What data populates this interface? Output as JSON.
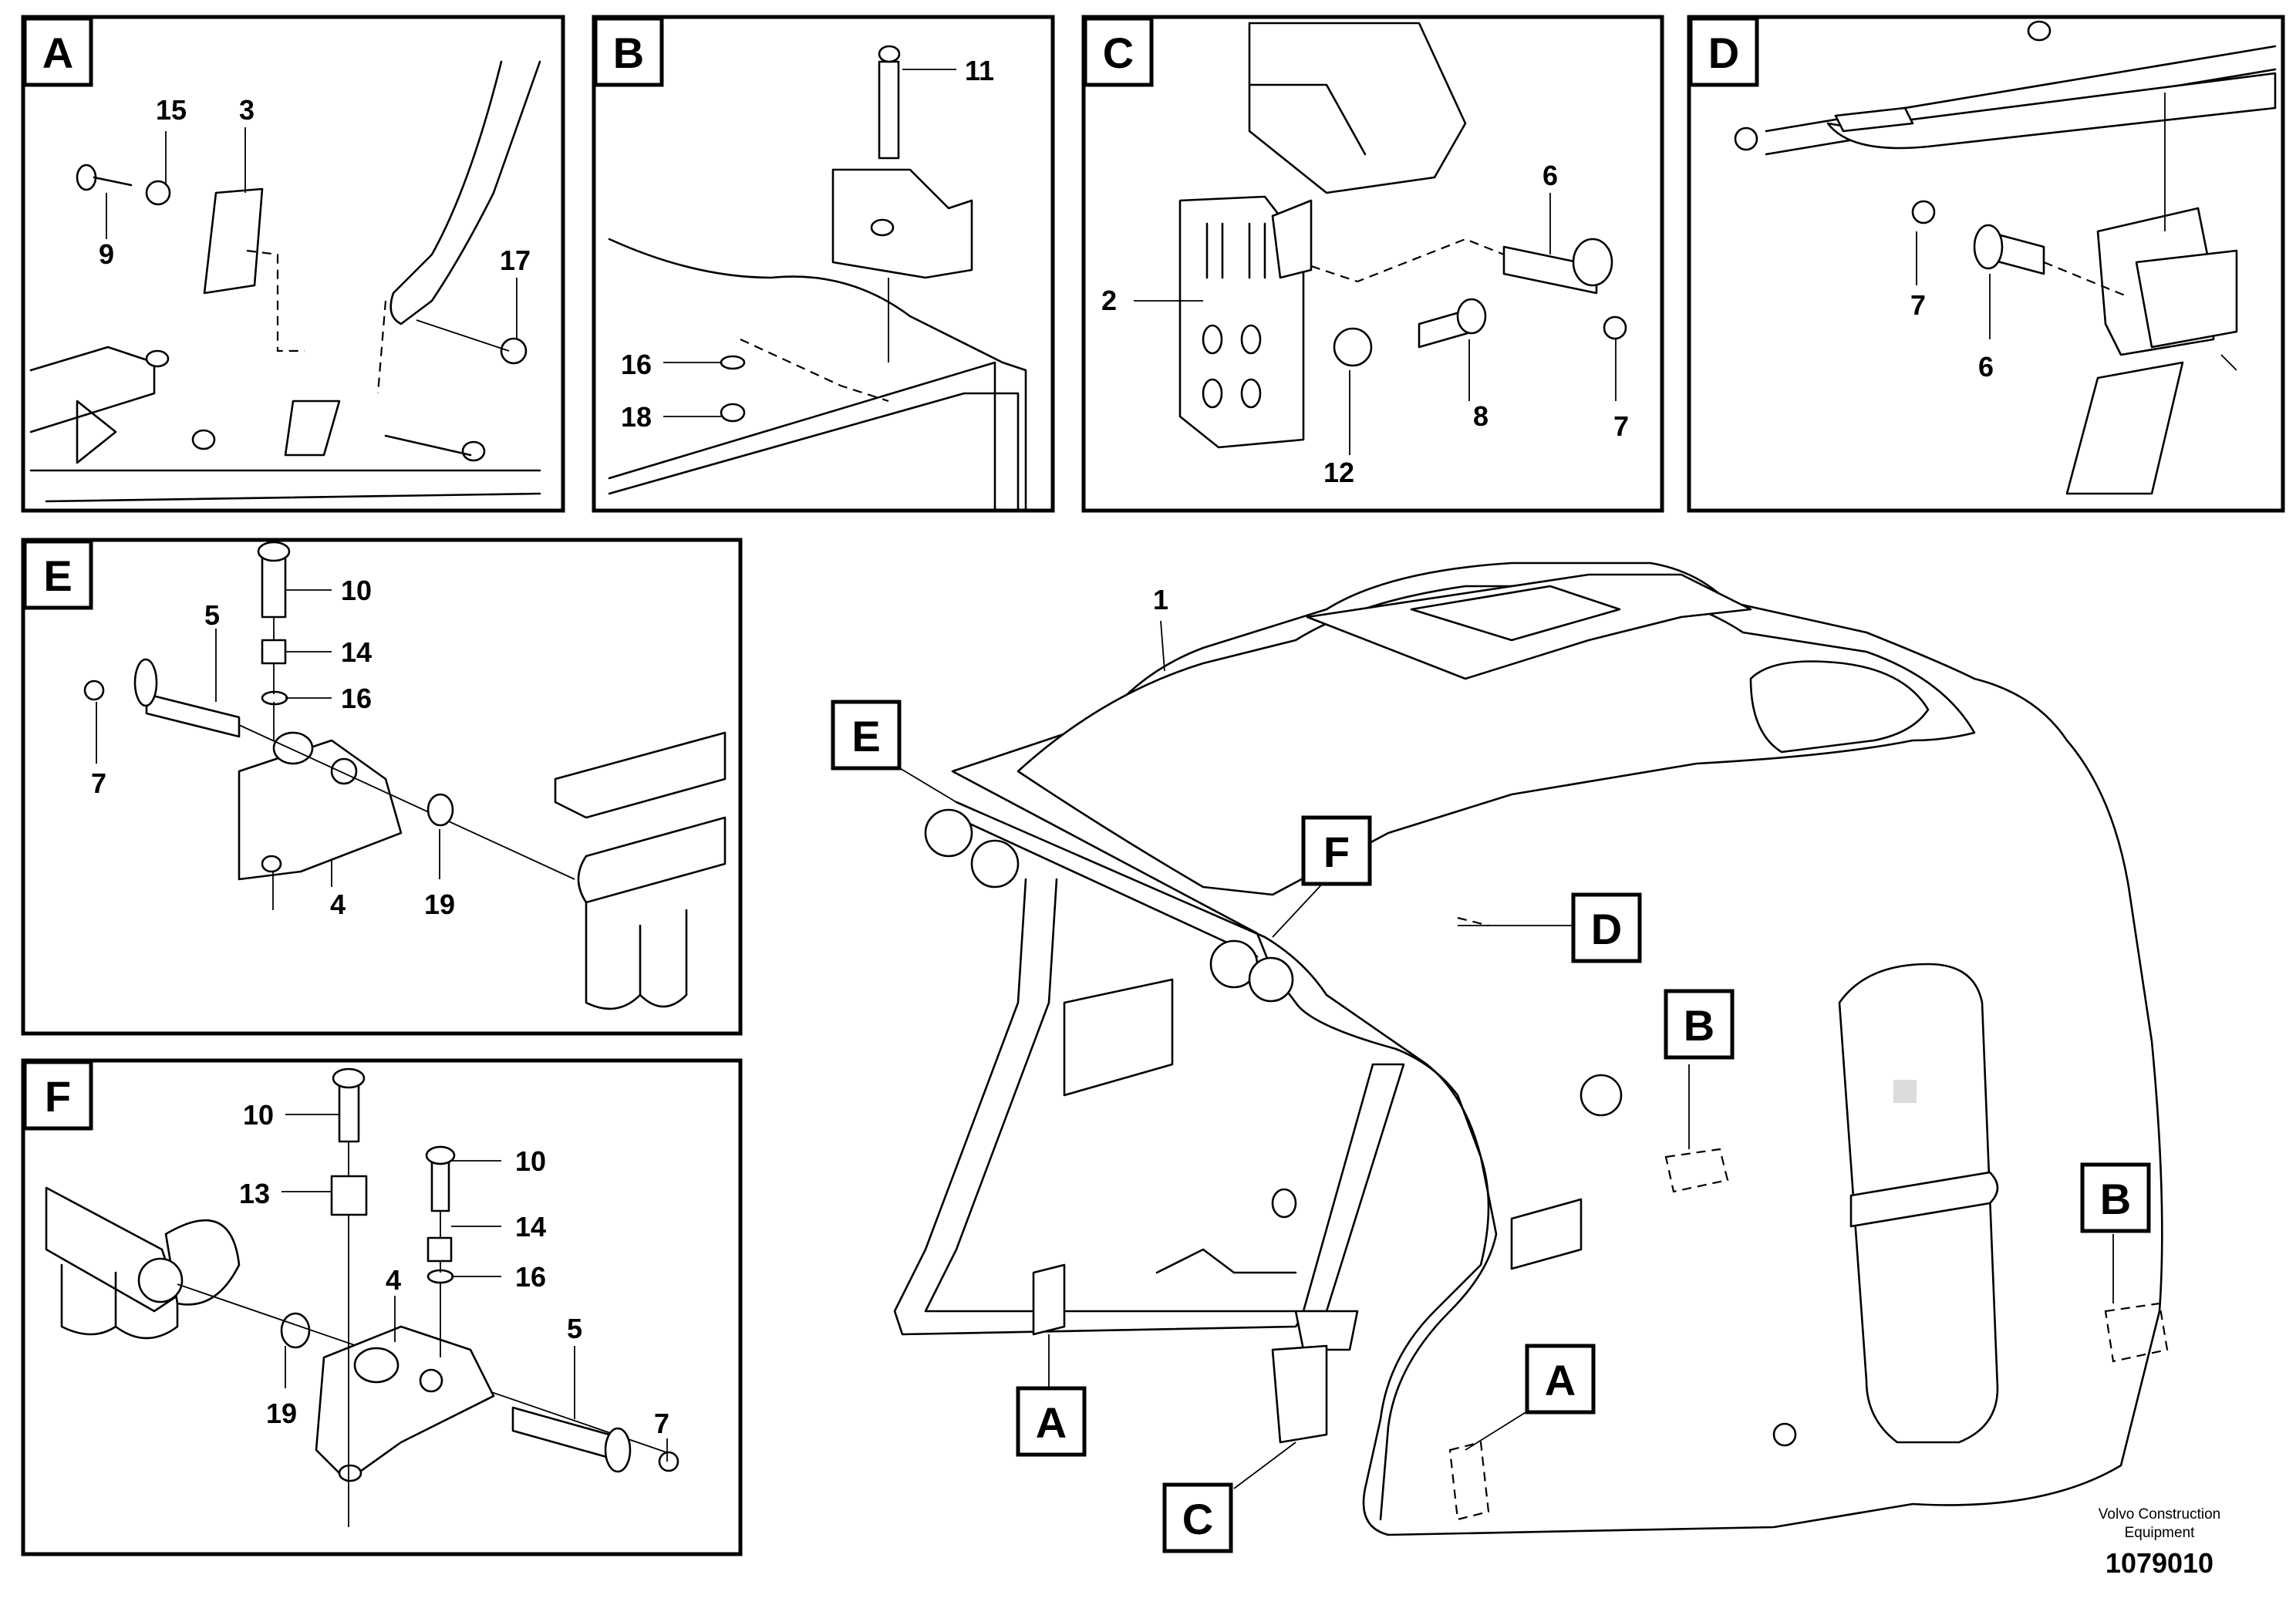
{
  "panels": {
    "A": {
      "letter": "A",
      "callouts": [
        "15",
        "3",
        "9",
        "17"
      ]
    },
    "B": {
      "letter": "B",
      "callouts": [
        "11",
        "16",
        "18"
      ]
    },
    "C": {
      "letter": "C",
      "callouts": [
        "6",
        "2",
        "8",
        "7",
        "12"
      ]
    },
    "D": {
      "letter": "D",
      "callouts": [
        "7",
        "6"
      ]
    },
    "E": {
      "letter": "E",
      "callouts": [
        "10",
        "5",
        "14",
        "16",
        "7",
        "4",
        "19"
      ]
    },
    "F": {
      "letter": "F",
      "callouts": [
        "10",
        "10",
        "13",
        "14",
        "16",
        "4",
        "5",
        "19",
        "7"
      ]
    }
  },
  "main": {
    "callout_1": "1",
    "labels": [
      "E",
      "F",
      "D",
      "B",
      "B",
      "A",
      "A",
      "C"
    ]
  },
  "credit": {
    "line1": "Volvo Construction",
    "line2": "Equipment",
    "number": "1079010"
  }
}
